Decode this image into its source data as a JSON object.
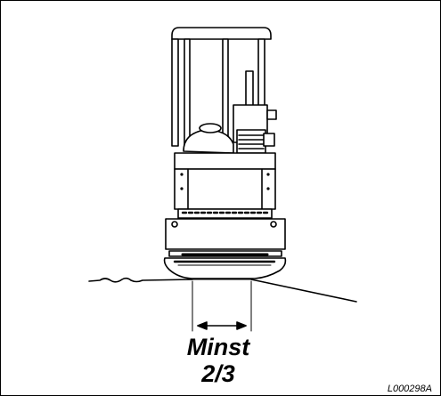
{
  "figure": {
    "label_line1": "Minst",
    "label_line2": "2/3",
    "code": "L000298A",
    "colors": {
      "ink": "#000000",
      "background": "#ffffff"
    }
  }
}
